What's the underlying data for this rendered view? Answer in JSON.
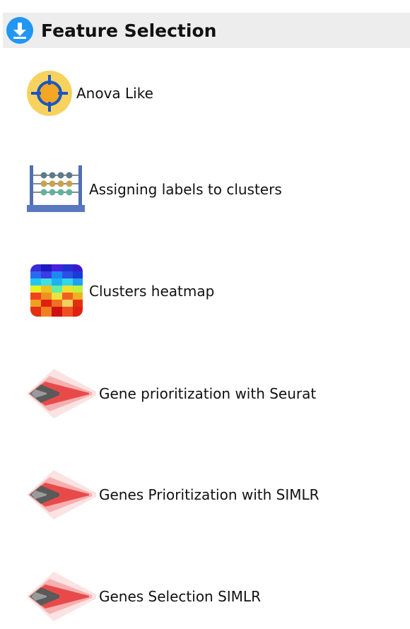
{
  "section": {
    "title": "Feature Selection",
    "icon": "download-arrow-icon",
    "accent_color": "#2196f3"
  },
  "items": [
    {
      "label": "Anova Like",
      "icon": "crosshair-target-icon"
    },
    {
      "label": "Assigning labels to clusters",
      "icon": "abacus-icon"
    },
    {
      "label": "Clusters heatmap",
      "icon": "heatmap-icon"
    },
    {
      "label": "Gene prioritization with Seurat",
      "icon": "ma-plot-icon"
    },
    {
      "label": "Genes Prioritization with SIMLR",
      "icon": "ma-plot-icon"
    },
    {
      "label": "Genes Selection SIMLR",
      "icon": "ma-plot-icon"
    }
  ]
}
